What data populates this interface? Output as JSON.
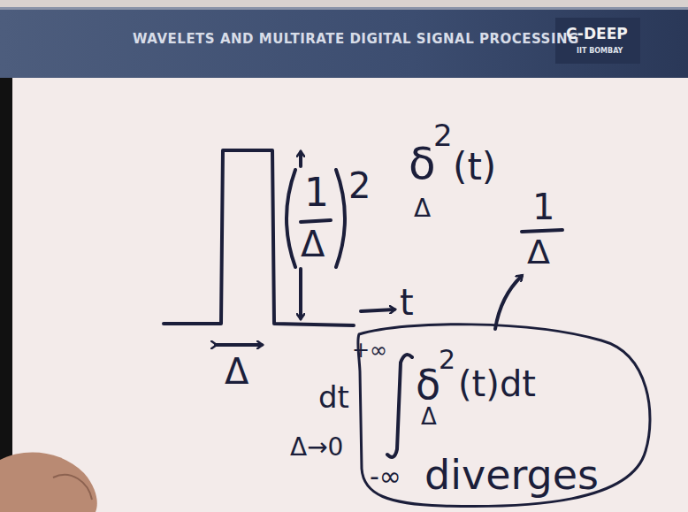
{
  "diagram": {
    "title": "WAVELETS AND MULTIRATE DIGITAL SIGNAL PROCESSING",
    "labels": [
      "C-DEEP",
      "IIT BOMBAY",
      "1",
      "Δ",
      "2",
      "δ",
      "2",
      "Δ",
      "(t)",
      "1",
      "Δ",
      "t",
      "Δ",
      "+∞",
      "δ",
      "2",
      "Δ",
      "(t)dt",
      "dt",
      "Δ→0",
      "-∞",
      "diverges"
    ]
  }
}
